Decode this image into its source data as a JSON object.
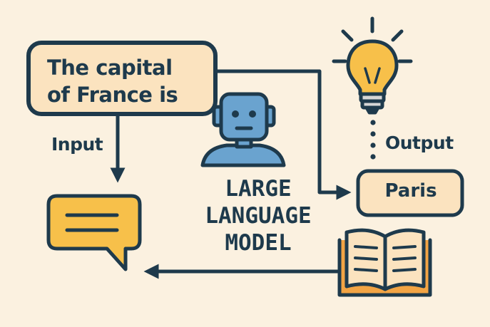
{
  "prompt": {
    "line1": "The capital",
    "line2": "of France is"
  },
  "labels": {
    "input": "Input",
    "output": "Output"
  },
  "model": {
    "line1": "LARGE",
    "line2": "LANGUAGE",
    "line3": "MODEL"
  },
  "result": {
    "text": "Paris"
  },
  "icons": {
    "robot": "robot-icon",
    "bulb": "lightbulb-icon",
    "chat": "chat-bubble-icon",
    "book": "open-book-icon"
  },
  "colors": {
    "background": "#fbf1e0",
    "stroke": "#1e3a4c",
    "box_fill": "#fbe3bf",
    "robot_blue": "#6aa3cf",
    "chat_yellow": "#f7c04a",
    "book_orange": "#f2a444",
    "bulb_yellow": "#f7c04a"
  }
}
